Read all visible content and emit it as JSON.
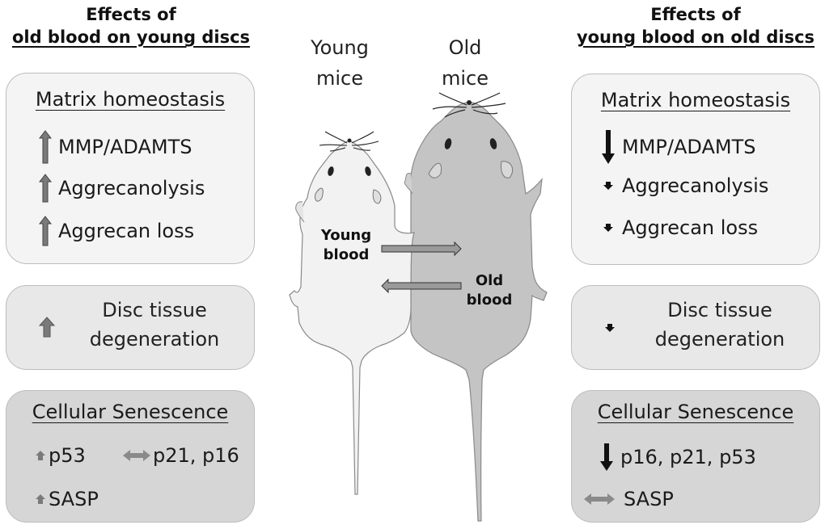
{
  "left_panel": {
    "heading_line1": "Effects of",
    "heading_line2": "old blood on young discs",
    "matrix_box": {
      "title": "Matrix homeostasis",
      "items": [
        {
          "label": "MMP/ADAMTS",
          "direction": "up",
          "magnitude": "large",
          "icon": "up-arrow-icon"
        },
        {
          "label": "Aggrecanolysis",
          "direction": "up",
          "magnitude": "large",
          "icon": "up-arrow-icon"
        },
        {
          "label": "Aggrecan loss",
          "direction": "up",
          "magnitude": "large",
          "icon": "up-arrow-icon"
        }
      ]
    },
    "degeneration_box": {
      "line1": "Disc tissue",
      "line2": "degeneration",
      "direction": "up",
      "magnitude": "medium"
    },
    "senescence_box": {
      "title": "Cellular Senescence",
      "items": [
        {
          "label": "p53",
          "direction": "up",
          "magnitude": "small"
        },
        {
          "label": "p21, p16",
          "direction": "unchanged"
        },
        {
          "label": "SASP",
          "direction": "up",
          "magnitude": "small"
        }
      ]
    }
  },
  "center": {
    "young_label_line1": "Young",
    "young_label_line2": "mice",
    "old_label_line1": "Old",
    "old_label_line2": "mice",
    "young_blood_line1": "Young",
    "young_blood_line2": "blood",
    "old_blood_line1": "Old",
    "old_blood_line2": "blood"
  },
  "right_panel": {
    "heading_line1": "Effects of",
    "heading_line2": "young blood on old discs",
    "matrix_box": {
      "title": "Matrix homeostasis",
      "items": [
        {
          "label": "MMP/ADAMTS",
          "direction": "down",
          "magnitude": "large"
        },
        {
          "label": "Aggrecanolysis",
          "direction": "down",
          "magnitude": "small"
        },
        {
          "label": "Aggrecan loss",
          "direction": "down",
          "magnitude": "small"
        }
      ]
    },
    "degeneration_box": {
      "line1": "Disc tissue",
      "line2": "degeneration",
      "direction": "down",
      "magnitude": "small"
    },
    "senescence_box": {
      "title": "Cellular Senescence",
      "items": [
        {
          "label": "p16, p21, p53",
          "direction": "down",
          "magnitude": "large"
        },
        {
          "label": "SASP",
          "direction": "unchanged"
        }
      ]
    }
  },
  "colors": {
    "up_arrow": "#7a7a7a",
    "down_arrow": "#111111",
    "young_mouse": "#f2f2f2",
    "old_mouse": "#c4c4c4"
  }
}
